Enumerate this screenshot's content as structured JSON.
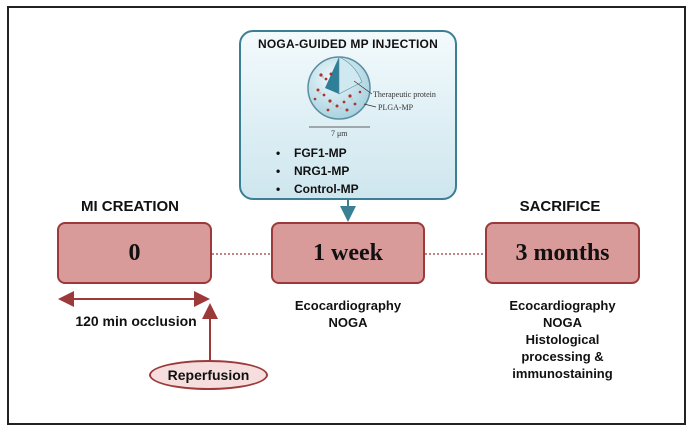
{
  "injection": {
    "title": "NOGA-GUIDED MP INJECTION",
    "figure": {
      "protein_label": "Therapeutic protein",
      "mp_label": "PLGA-MP",
      "scale_label": "7 μm"
    },
    "items": [
      "FGF1-MP",
      "NRG1-MP",
      "Control-MP"
    ]
  },
  "timeline": {
    "stages": [
      {
        "header": "MI CREATION",
        "time": "0",
        "notes": []
      },
      {
        "header": "",
        "time": "1 week",
        "notes": [
          "Ecocardiography",
          "NOGA"
        ]
      },
      {
        "header": "SACRIFICE",
        "time": "3 months",
        "notes": [
          "Ecocardiography",
          "NOGA",
          "Histological",
          "processing &",
          "immunostaining"
        ]
      }
    ],
    "occlusion_label": "120 min occlusion",
    "reperfusion_label": "Reperfusion"
  },
  "colors": {
    "box_fill": "#d99a9a",
    "box_border": "#9c3a3a",
    "panel_border": "#3a7f93",
    "panel_fill": "#dceef4",
    "arrow_red": "#9c3a3a",
    "arrow_blue": "#3a7f93"
  }
}
